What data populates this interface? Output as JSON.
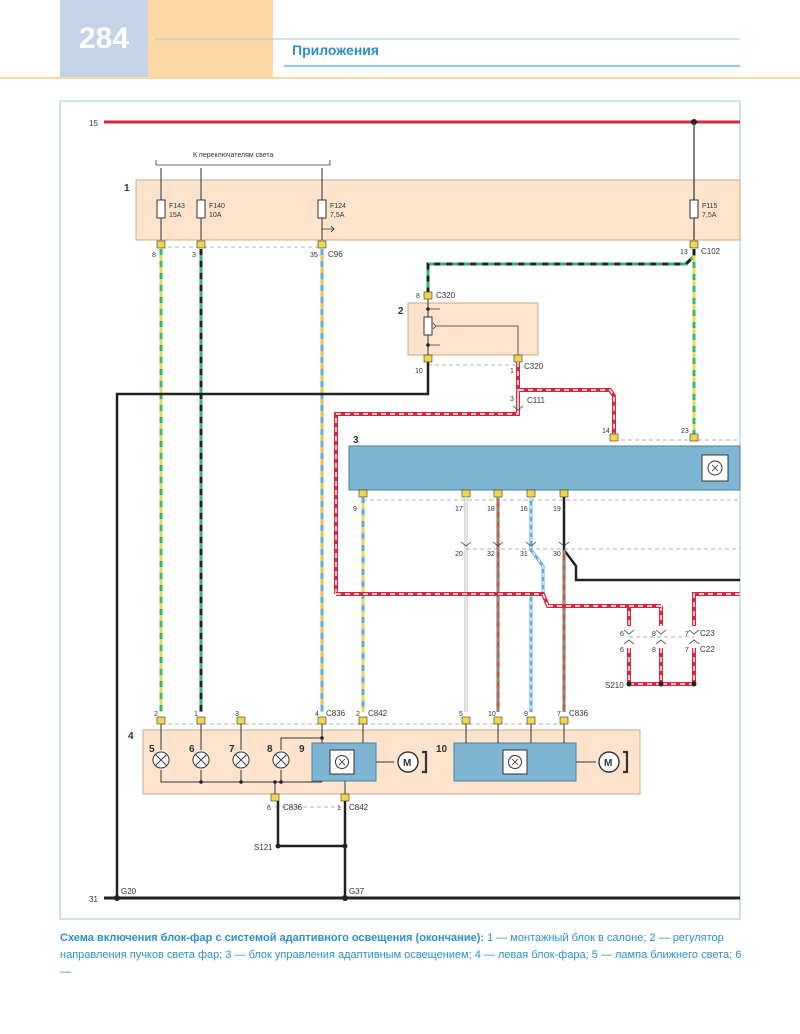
{
  "header": {
    "page_number": "284",
    "section_title": "Приложения"
  },
  "diagram": {
    "wire_labels": {
      "plus": "15",
      "ground": "31"
    },
    "switches_label": "К переключателям света",
    "blocks": {
      "b1": "1",
      "b2": "2",
      "b3": "3",
      "b4": "4"
    },
    "fuses": [
      {
        "name": "F143",
        "rating": "15A"
      },
      {
        "name": "F140",
        "rating": "10A"
      },
      {
        "name": "F124",
        "rating": "7,5A"
      },
      {
        "name": "F115",
        "rating": "7,5A"
      }
    ],
    "connectors": {
      "c96": "C96",
      "c102": "C102",
      "c320_top": "C320",
      "c320_bottom": "C320",
      "c111": "C111",
      "c23": "C23",
      "c22": "C22",
      "c836_top": "C836",
      "c842_top": "C842",
      "c836_right": "C836",
      "c836_bottom": "C836",
      "c842_bottom": "C842"
    },
    "splices": {
      "s210": "S210",
      "s121": "S121"
    },
    "grounds": {
      "g20": "G20",
      "g37": "G37"
    },
    "pins": {
      "p8": "8",
      "p3": "3",
      "p35": "35",
      "p13": "13",
      "c320_8": "8",
      "c320_10": "10",
      "c320_1": "1",
      "c111_3": "3",
      "m14": "14",
      "m23": "23",
      "m9": "9",
      "m17": "17",
      "m18": "18",
      "m16": "16",
      "m19": "19",
      "i20": "20",
      "i32": "32",
      "i31": "31",
      "i30": "30",
      "c23_6": "6",
      "c23_8": "8",
      "c23_7": "7",
      "c22_6": "6",
      "c22_8": "8",
      "c22_7": "7",
      "h2": "2",
      "h1": "1",
      "h3": "3",
      "h4": "4",
      "h2b": "2",
      "h5": "5",
      "h10": "10",
      "h9": "9",
      "h7": "7",
      "b6": "6",
      "b1": "1"
    },
    "lamps": {
      "l5": "5",
      "l6": "6",
      "l7": "7",
      "l8": "8"
    },
    "modules": {
      "m9": "9",
      "m10": "10"
    },
    "motor_letter": "M"
  },
  "caption": {
    "title": "Схема включения блок-фар с системой адаптивного освещения (окончание):",
    "text": " 1 — монтажный блок в салоне; 2 — регулятор направления пучков света фар; 3 — блок управления адаптивным освещением; 4 — левая блок-фара; 5 — лампа ближнего света; 6 —"
  },
  "colors": {
    "accent_blue": "#2a8fc9",
    "red_wire": "#d7263d",
    "module_blue": "#7fb6d3",
    "block_peach": "#fde3cc"
  }
}
